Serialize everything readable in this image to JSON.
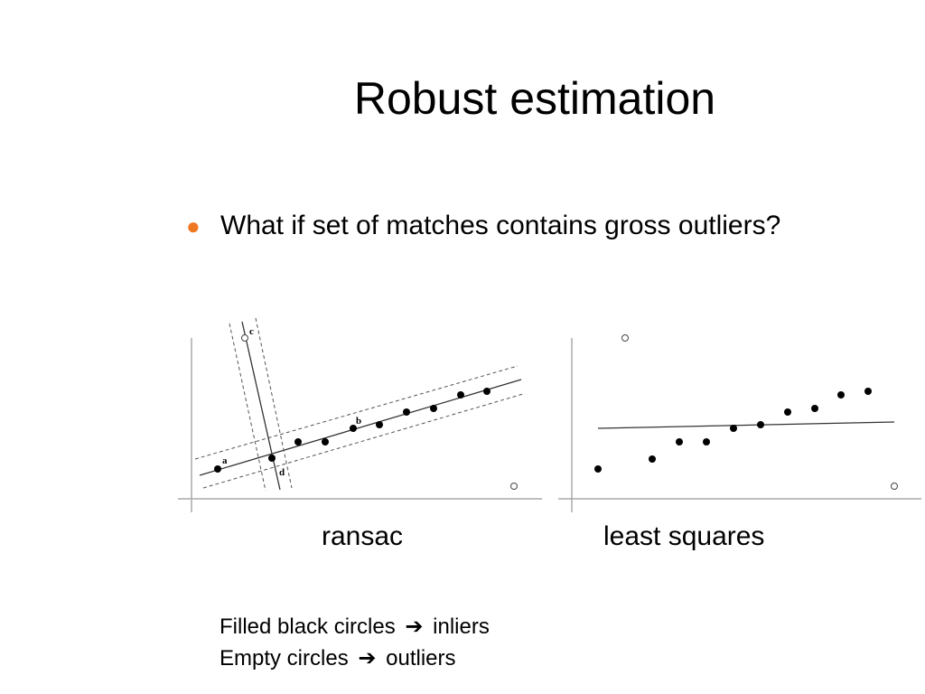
{
  "slide": {
    "title": "Robust estimation",
    "bullet": "What if set of matches contains gross outliers?"
  },
  "panels": [
    {
      "id": "ransac",
      "caption": "ransac",
      "labels": {
        "a": "a",
        "b": "b",
        "c": "c",
        "d": "d"
      },
      "points_inliers": [
        [
          241,
          519
        ],
        [
          301,
          507
        ],
        [
          330,
          489
        ],
        [
          360,
          489
        ],
        [
          391,
          474
        ],
        [
          420,
          470
        ],
        [
          450,
          456
        ],
        [
          480,
          452
        ],
        [
          510,
          437
        ],
        [
          539,
          433
        ]
      ],
      "points_outliers": [
        [
          271,
          374
        ],
        [
          569,
          538
        ]
      ]
    },
    {
      "id": "least-squares",
      "caption": "least squares",
      "points_inliers": [
        [
          662,
          519
        ],
        [
          722,
          508
        ],
        [
          752,
          489
        ],
        [
          782,
          489
        ],
        [
          812,
          474
        ],
        [
          842,
          470
        ],
        [
          872,
          456
        ],
        [
          902,
          452
        ],
        [
          931,
          437
        ],
        [
          961,
          433
        ]
      ],
      "points_outliers": [
        [
          692,
          374
        ],
        [
          990,
          538
        ]
      ]
    }
  ],
  "legend": {
    "line1_text": "Filled black circles",
    "line1_arrow": "➔",
    "line1_term": "inliers",
    "line2_text": "Empty circles",
    "line2_arrow": "➔",
    "line2_term": "outliers"
  }
}
